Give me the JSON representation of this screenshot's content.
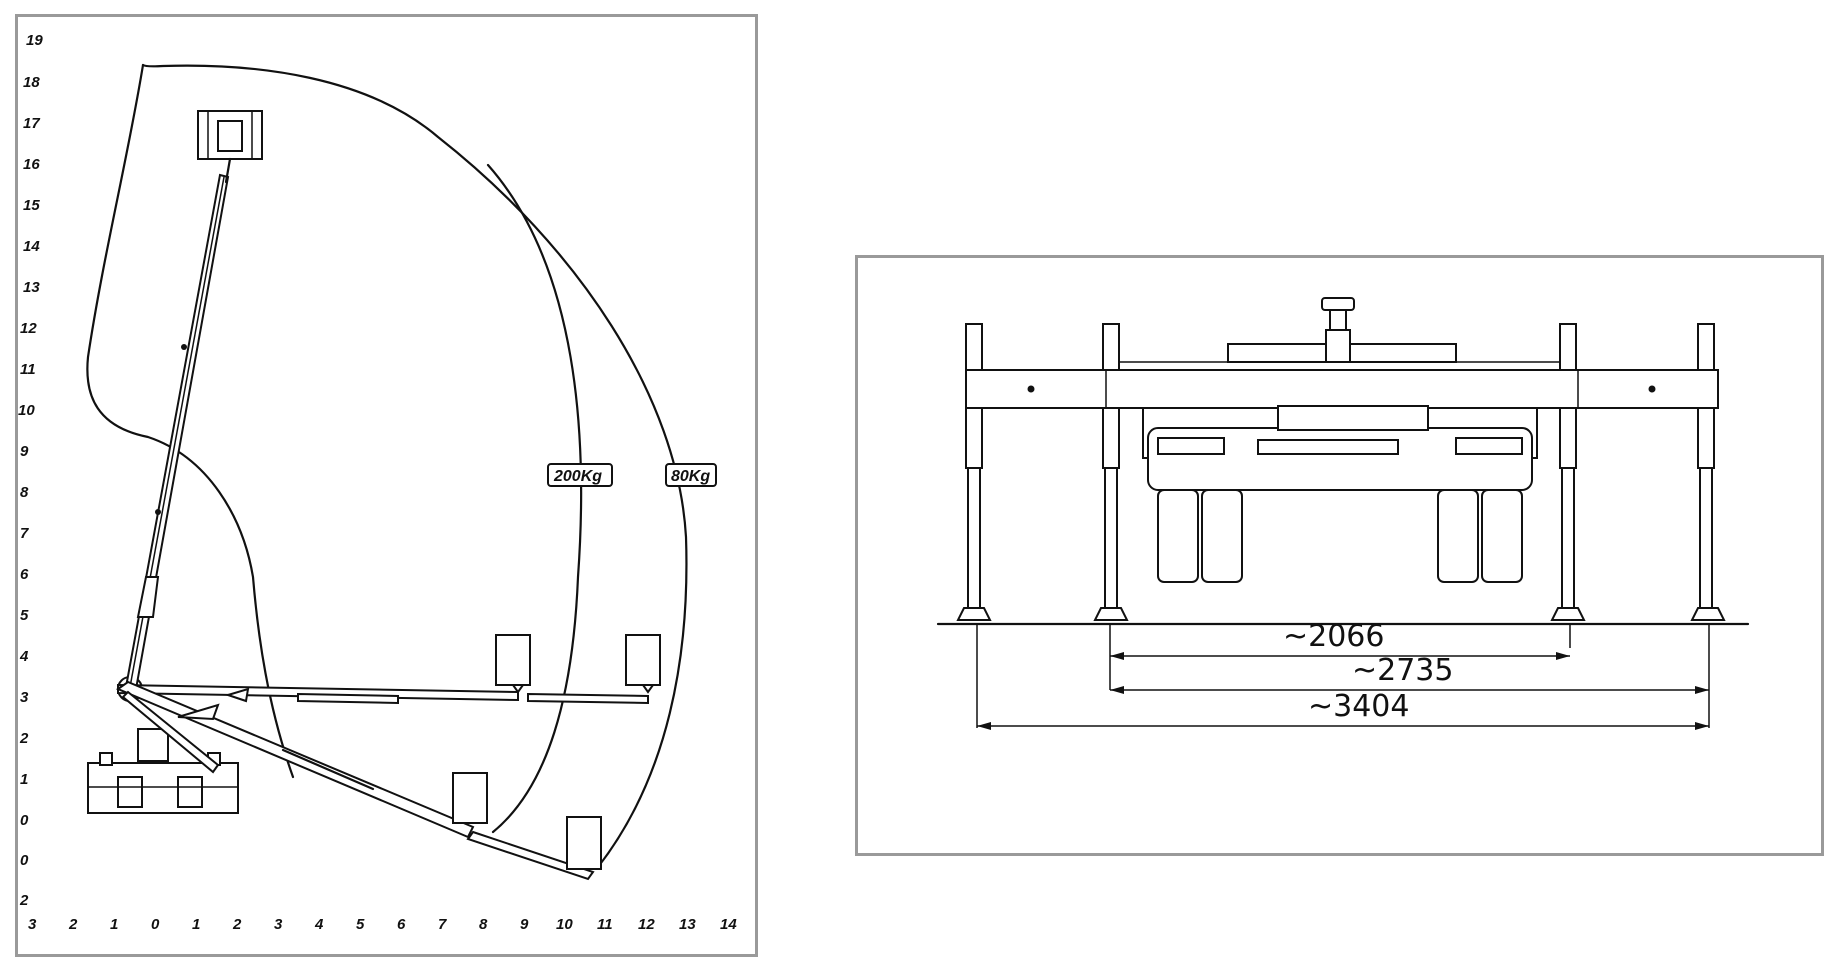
{
  "reach_diagram": {
    "y_axis_ticks": [
      "19",
      "18",
      "17",
      "16",
      "15",
      "14",
      "13",
      "12",
      "11",
      "10",
      "9",
      "8",
      "7",
      "6",
      "5",
      "4",
      "3",
      "2",
      "1",
      "0",
      "0",
      "2"
    ],
    "x_axis_ticks": [
      "3",
      "2",
      "1",
      "0",
      "1",
      "2",
      "3",
      "4",
      "5",
      "6",
      "7",
      "8",
      "9",
      "10",
      "11",
      "12",
      "13",
      "14"
    ],
    "capacity_labels": {
      "inner": "200Kg",
      "outer": "80Kg"
    }
  },
  "outrigger_diagram": {
    "dimensions": [
      {
        "label": "~2066"
      },
      {
        "label": "~2735"
      },
      {
        "label": "~3404"
      }
    ]
  }
}
